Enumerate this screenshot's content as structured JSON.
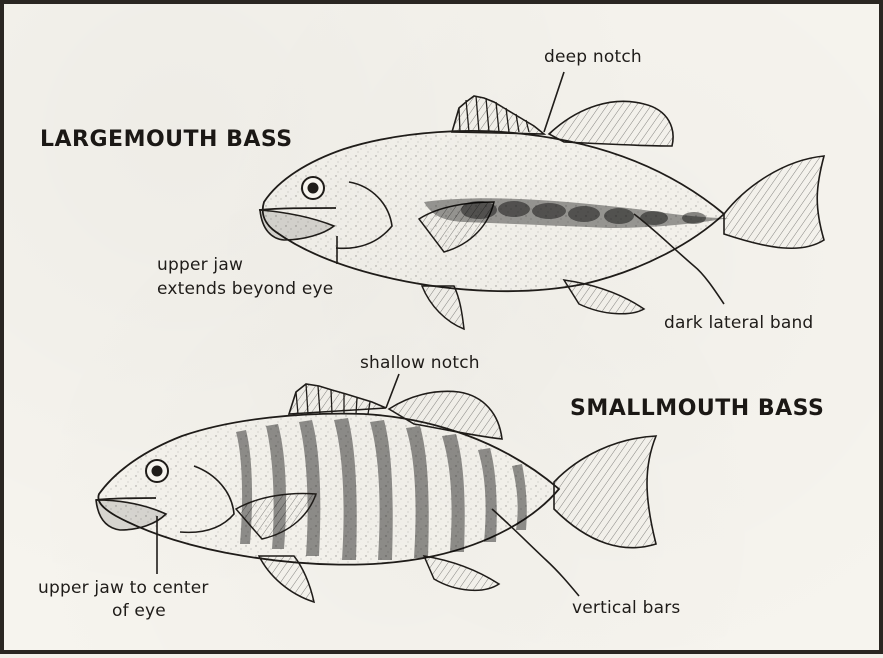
{
  "colors": {
    "ink": "#1f1c19",
    "paper": "#f6f4ee",
    "border": "#2a2622"
  },
  "largemouth": {
    "title": "LARGEMOUTH BASS",
    "label_deep_notch": "deep notch",
    "label_upper_jaw_line1": "upper jaw",
    "label_upper_jaw_line2": "extends beyond eye",
    "label_lateral_band": "dark lateral band"
  },
  "smallmouth": {
    "title": "SMALLMOUTH BASS",
    "label_shallow_notch": "shallow notch",
    "label_upper_jaw_line1": "upper jaw to center",
    "label_upper_jaw_line2": "of eye",
    "label_vertical_bars": "vertical bars"
  }
}
